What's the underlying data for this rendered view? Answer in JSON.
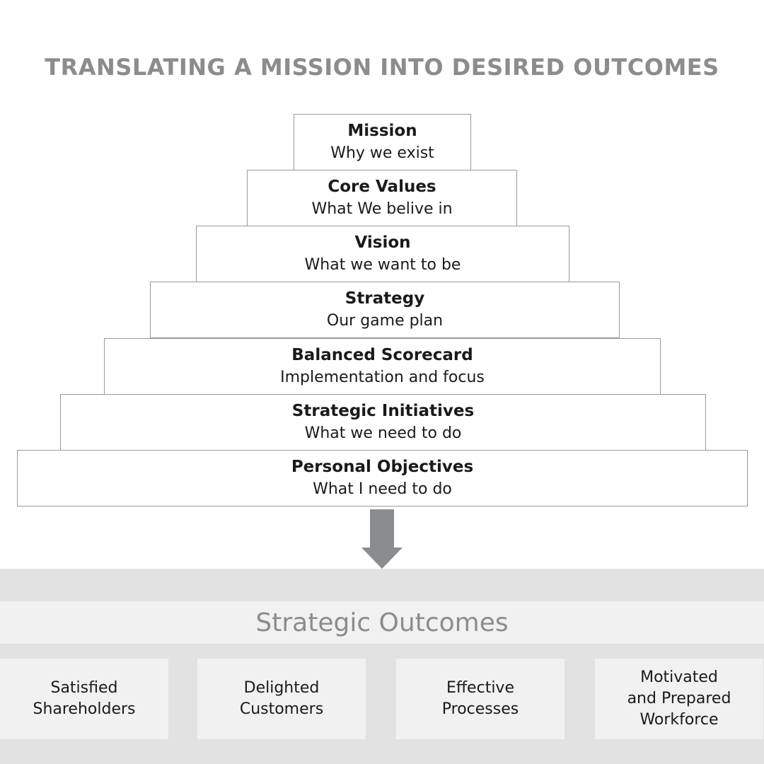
{
  "title": "TRANSLATING A MISSION INTO DESIRED OUTCOMES",
  "pyramid": [
    {
      "title": "Mission",
      "subtitle": "Why we exist"
    },
    {
      "title": "Core Values",
      "subtitle": "What We belive in"
    },
    {
      "title": "Vision",
      "subtitle": "What we want to be"
    },
    {
      "title": "Strategy",
      "subtitle": "Our game plan"
    },
    {
      "title": "Balanced Scorecard",
      "subtitle": "Implementation and focus"
    },
    {
      "title": "Strategic Initiatives",
      "subtitle": "What we need to do"
    },
    {
      "title": "Personal Objectives",
      "subtitle": "What I need to do"
    }
  ],
  "arrow_icon": "down-arrow-icon",
  "outcomes": {
    "header": "Strategic Outcomes",
    "items": [
      "Satisfied\nShareholders",
      "Delighted\nCustomers",
      "Effective\nProcesses",
      "Motivated\nand Prepared\nWorkforce"
    ]
  },
  "colors": {
    "title_gray": "#8a8c8e",
    "arrow_gray": "#8a8c8e",
    "band_gray": "#e2e2e2",
    "card_gray": "#f1f1f1",
    "border_gray": "#9a9a9a",
    "text_dark": "#1a1a1a"
  }
}
